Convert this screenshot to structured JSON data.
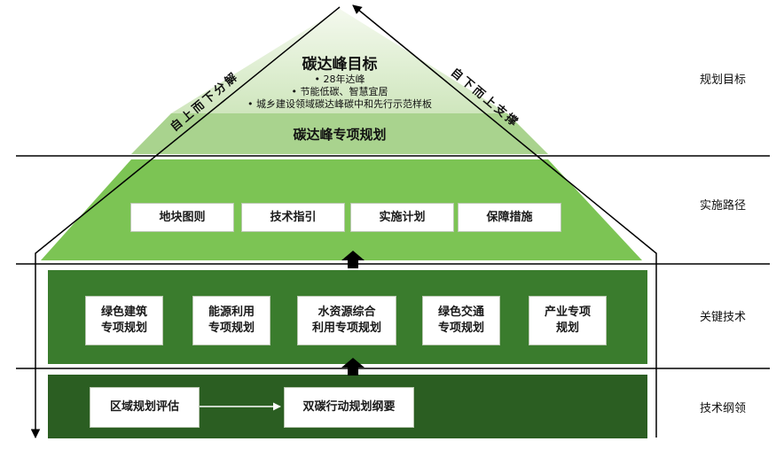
{
  "colors": {
    "triangle_top": "#e6f2db",
    "triangle_band": "#a9d38e",
    "triangle_lower": "#7cc454",
    "key_band": "#3a7c2d",
    "outline_band": "#2b5e22",
    "divider": "#000000",
    "up_arrow": "#000000"
  },
  "goal": {
    "title": "碳达峰目标",
    "bullets": [
      "28年达峰",
      "节能低碳、智慧宜居",
      "城乡建设领域碳达峰碳中和先行示范样板"
    ]
  },
  "special_plan": "碳达峰专项规划",
  "top_down_label": "自上而下分解",
  "bottom_up_label": "自下而上支撑",
  "path_items": [
    "地块图则",
    "技术指引",
    "实施计划",
    "保障措施"
  ],
  "key_items": [
    "绿色建筑\n专项规划",
    "能源利用\n专项规划",
    "水资源综合\n利用专项规划",
    "绿色交通\n专项规划",
    "产业专项\n规划"
  ],
  "outline": {
    "left": "区域规划评估",
    "right": "双碳行动规划纲要"
  },
  "right_labels": [
    "规划目标",
    "实施路径",
    "关键技术",
    "技术纲领"
  ]
}
